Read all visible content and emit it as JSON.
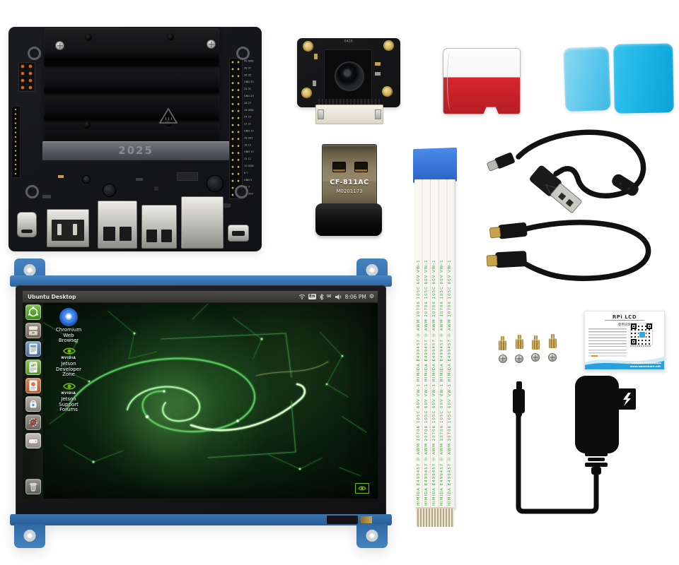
{
  "board": {
    "ram_marking": "2025",
    "gpio_pin_labels": "40 GND\n38 37\n36 35\nGND 33\n32 31\nGND 29\n28 27\n26 GND\n24 23\n22 21\nGND 19\n18 3V3\n16 15\nGND 13\n12 11\n10 GND\n8 7\nGND 5\n5V 3\n5V 3V3"
  },
  "camera_module": {
    "marking": "0420"
  },
  "wifi_dongle": {
    "model": "CF-811AC",
    "serial": "M0201173"
  },
  "ffc_cable": {
    "marking_column": "HIMIDA  E499457  Ⓤ  AWM  20706  105C  60V  VW-1   HIMIDA  E499457  Ⓤ  AWM  20706  105C  60V  VW-1"
  },
  "lcd": {
    "taskbar": {
      "title": "Ubuntu Desktop",
      "keyboard_indicator": "En",
      "time": "8:06 PM"
    },
    "desktop_icons": {
      "chromium_label": "Chromium\nWeb\nBrowser",
      "nvidia_wordmark": "NVIDIA",
      "developer_zone_label": "Jetson\nDeveloper\nZone",
      "support_forums_label": "Jetson\nSupport\nForums"
    },
    "launcher_items": [
      "dash-home",
      "files",
      "libreoffice-writer",
      "libreoffice-calc",
      "libreoffice-impress",
      "software-center",
      "system-settings",
      "disk-utility",
      "trash"
    ]
  },
  "hardware_pack": {
    "standoffs": 4,
    "screws": 4
  },
  "manual_card": {
    "title": "RPi LCD",
    "subtitle": "使用说明",
    "website": "www.waveshare.net"
  },
  "colors": {
    "reader_blue": "#29b7e8",
    "sd_red": "#d7262c",
    "display_frame_blue": "#3577b4",
    "nvidia_green": "#76b900",
    "ffc_print_green": "#3f9c43"
  }
}
